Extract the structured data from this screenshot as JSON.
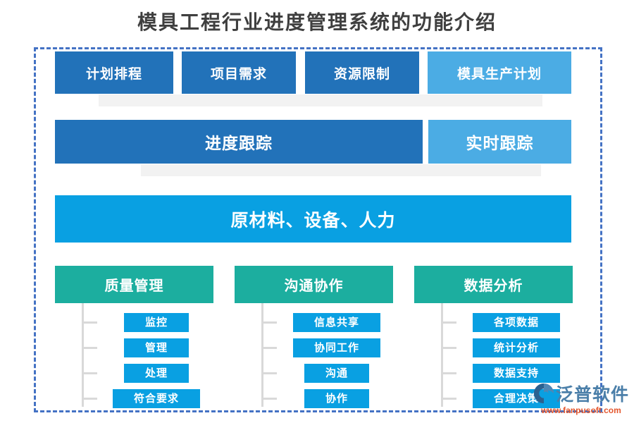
{
  "title": "模具工程行业进度管理系统的功能介绍",
  "colors": {
    "dark_blue": "#2272b9",
    "light_blue": "#4bace4",
    "bright_blue": "#09a0e2",
    "teal": "#1cae9f",
    "frame_border": "#4472c4",
    "shadow_gray": "#f2f2f2",
    "connector_gray": "#d9d9d9",
    "title_text": "#3f3f3f",
    "logo_blue": "#4b7fa9",
    "logo_orange": "#e4572e"
  },
  "top_row": {
    "items": [
      {
        "label": "计划排程"
      },
      {
        "label": "项目需求"
      },
      {
        "label": "资源限制"
      },
      {
        "label": "模具生产计划"
      }
    ]
  },
  "second_row": {
    "primary": "进度跟踪",
    "secondary": "实时跟踪"
  },
  "banner": {
    "label": "原材料、设备、人力"
  },
  "columns": [
    {
      "header": "质量管理",
      "items": [
        "监控",
        "管理",
        "处理",
        "符合要求"
      ]
    },
    {
      "header": "沟通协作",
      "items": [
        "信息共享",
        "协同工作",
        "沟通",
        "协作"
      ]
    },
    {
      "header": "数据分析",
      "items": [
        "各项数据",
        "统计分析",
        "数据支持",
        "合理决策"
      ]
    }
  ],
  "logo": {
    "name": "泛普软件",
    "website": "www.fanpusoft.com"
  }
}
